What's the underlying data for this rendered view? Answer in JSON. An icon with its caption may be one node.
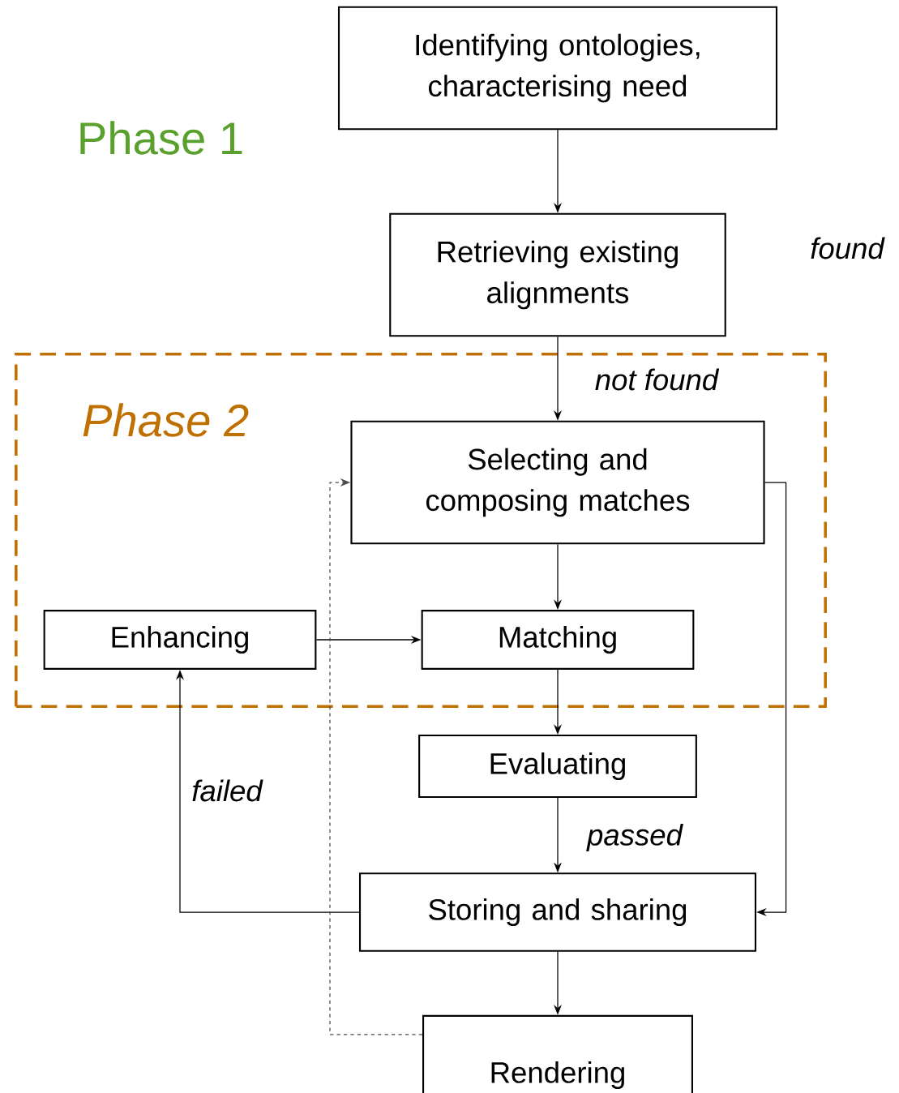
{
  "diagram": {
    "nodes": [
      {
        "text": [
          "Identifying ontologies, characterising need"
        ]
      },
      {
        "text": [
          "Retrieving existing alignments"
        ]
      },
      {
        "text": [
          "Phase 2"
        ]
      },
      {
        "text": [
          "Selecting and composing matches"
        ],
        "in": 2
      },
      {
        "text": [
          "Enhancing"
        ],
        "in": 2
      },
      {
        "text": [
          "Matching"
        ],
        "in": 2
      },
      {
        "text": [
          "Evaluating"
        ]
      },
      {
        "text": [
          "Storing and sharing"
        ]
      },
      {
        "text": [
          "Rendering"
        ]
      }
    ],
    "edges": [
      {
        "from": 0,
        "to": 1,
        "arrow": "to"
      },
      {
        "from": 1,
        "to": 3,
        "arrow": "to",
        "label": "not found"
      },
      {
        "from": 3,
        "to": 5,
        "arrow": "to"
      },
      {
        "from": 5,
        "to": 6,
        "arrow": "to"
      },
      {
        "from": 6,
        "to": 7,
        "arrow": "to",
        "label": "passed"
      },
      {
        "from": 7,
        "to": 8,
        "arrow": "to"
      },
      {
        "from": 3,
        "to": 7,
        "arrow": "to"
      },
      {
        "from": 7,
        "to": 4,
        "arrow": "to",
        "label": "failed"
      },
      {
        "from": 4,
        "to": 5,
        "arrow": "to"
      },
      {
        "from": 8,
        "to": 3,
        "arrow": "to",
        "style": "dashed"
      }
    ],
    "labels": [
      "Phase 1",
      "found"
    ]
  }
}
